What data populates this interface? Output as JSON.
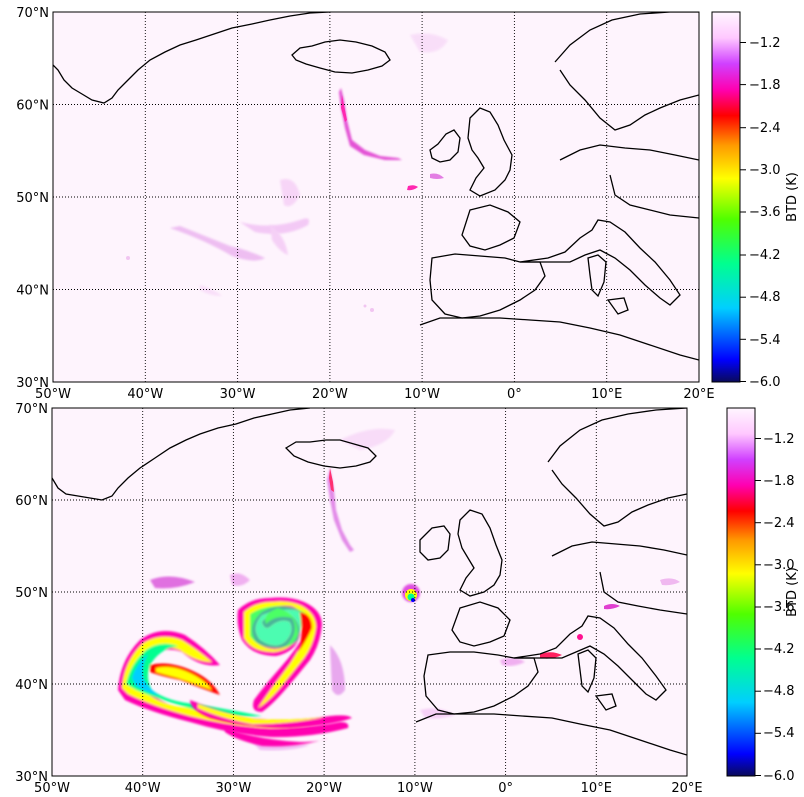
{
  "chart_data": [
    {
      "type": "heatmap",
      "map": "North Atlantic / Europe",
      "xlim": [
        -50,
        20
      ],
      "ylim": [
        30,
        70
      ],
      "x_ticks": [
        "50°W",
        "40°W",
        "30°W",
        "20°W",
        "10°W",
        "0°",
        "10°E",
        "20°E"
      ],
      "y_ticks": [
        "30°N",
        "40°N",
        "50°N",
        "60°N",
        "70°N"
      ],
      "grid": true,
      "colorbar": {
        "label": "BTD (K)",
        "range": [
          -6.0,
          -0.8
        ],
        "ticks": [
          "−1.2",
          "−1.8",
          "−2.4",
          "−3.0",
          "−3.6",
          "−4.2",
          "−4.8",
          "−5.4",
          "−6.0"
        ],
        "tick_values": [
          -1.2,
          -1.8,
          -2.4,
          -3.0,
          -3.6,
          -4.2,
          -4.8,
          -5.4,
          -6.0
        ],
        "colormap": [
          "#0a0a5a",
          "#0000ff",
          "#00cfff",
          "#00ff90",
          "#50ff00",
          "#ffff00",
          "#ff9a00",
          "#ff0000",
          "#ff00b0",
          "#d040ff",
          "#ffc8ff",
          "#fff6ff"
        ]
      },
      "features": [
        {
          "name": "plume south of Iceland",
          "lon": -18.5,
          "lat": 58,
          "btd": -1.7
        },
        {
          "name": "scattered patches central Atlantic",
          "lon": -28,
          "lat": 45,
          "btd": -1.1
        }
      ]
    },
    {
      "type": "heatmap",
      "map": "North Atlantic / Europe",
      "xlim": [
        -50,
        20
      ],
      "ylim": [
        30,
        70
      ],
      "x_ticks": [
        "50°W",
        "40°W",
        "30°W",
        "20°W",
        "10°W",
        "0°",
        "10°E",
        "20°E"
      ],
      "y_ticks": [
        "30°N",
        "40°N",
        "50°N",
        "60°N",
        "70°N"
      ],
      "grid": true,
      "colorbar": {
        "label": "BTD (K)",
        "range": [
          -6.0,
          -0.8
        ],
        "ticks": [
          "−1.2",
          "−1.8",
          "−2.4",
          "−3.0",
          "−3.6",
          "−4.2",
          "−4.8",
          "−5.4",
          "−6.0"
        ],
        "tick_values": [
          -1.2,
          -1.8,
          -2.4,
          -3.0,
          -3.6,
          -4.2,
          -4.8,
          -5.4,
          -6.0
        ],
        "colormap": [
          "#0a0a5a",
          "#0000ff",
          "#00cfff",
          "#00ff90",
          "#50ff00",
          "#ffff00",
          "#ff9a00",
          "#ff0000",
          "#ff00b0",
          "#d040ff",
          "#ffc8ff",
          "#fff6ff"
        ]
      },
      "features": [
        {
          "name": "western swirl",
          "lon": -38,
          "lat": 40,
          "btd": -4.5
        },
        {
          "name": "eastern loop",
          "lon": -24,
          "lat": 44,
          "btd": -3.5
        },
        {
          "name": "southern filament",
          "lon": -25,
          "lat": 37,
          "btd": -3.0
        },
        {
          "name": "spot west of Ireland",
          "lon": -10.5,
          "lat": 50,
          "btd": -4.0
        },
        {
          "name": "filament from Iceland",
          "lon": -19,
          "lat": 60,
          "btd": -1.8
        }
      ]
    }
  ]
}
